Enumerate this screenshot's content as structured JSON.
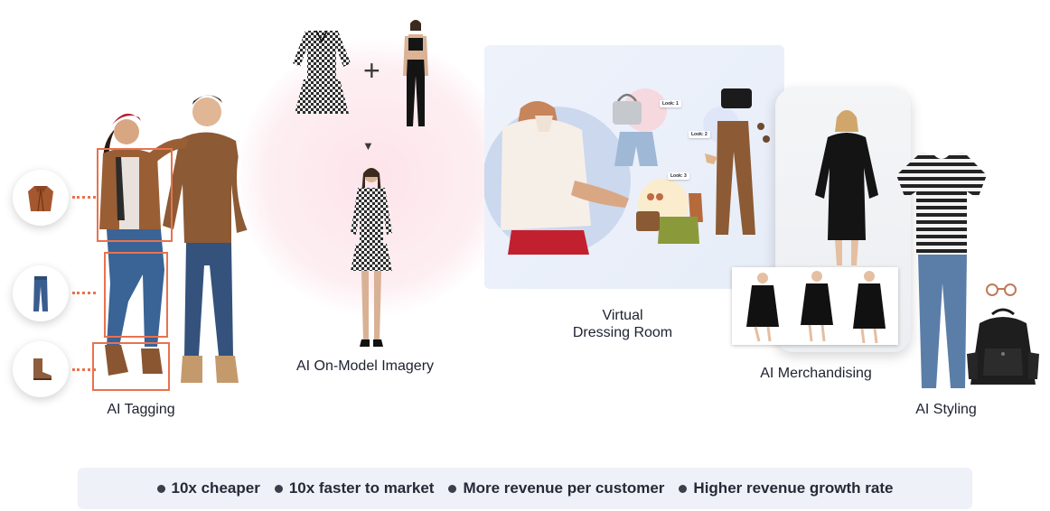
{
  "sections": {
    "tagging": {
      "label": "AI Tagging"
    },
    "on_model": {
      "label": "AI On-Model Imagery",
      "plus_symbol": "+",
      "arrow_symbol": "▼"
    },
    "dressing_room": {
      "label_line1": "Virtual",
      "label_line2": "Dressing Room",
      "looks": [
        "Look: 1",
        "Look: 2",
        "Look: 3"
      ]
    },
    "merchandising": {
      "label": "AI Merchandising"
    },
    "styling": {
      "label": "AI Styling"
    }
  },
  "benefits": [
    "10x cheaper",
    "10x faster to market",
    "More revenue per customer",
    "Higher revenue growth rate"
  ],
  "colors": {
    "accent_orange": "#e8724e",
    "pink_halo": "#fde4ea",
    "panel_blue": "#eef2fb",
    "benefit_bar": "#eef1f8"
  },
  "icons": [
    "jacket-icon",
    "jeans-icon",
    "boot-icon",
    "handbag-icon",
    "backpack-icon",
    "sunglasses-icon"
  ]
}
